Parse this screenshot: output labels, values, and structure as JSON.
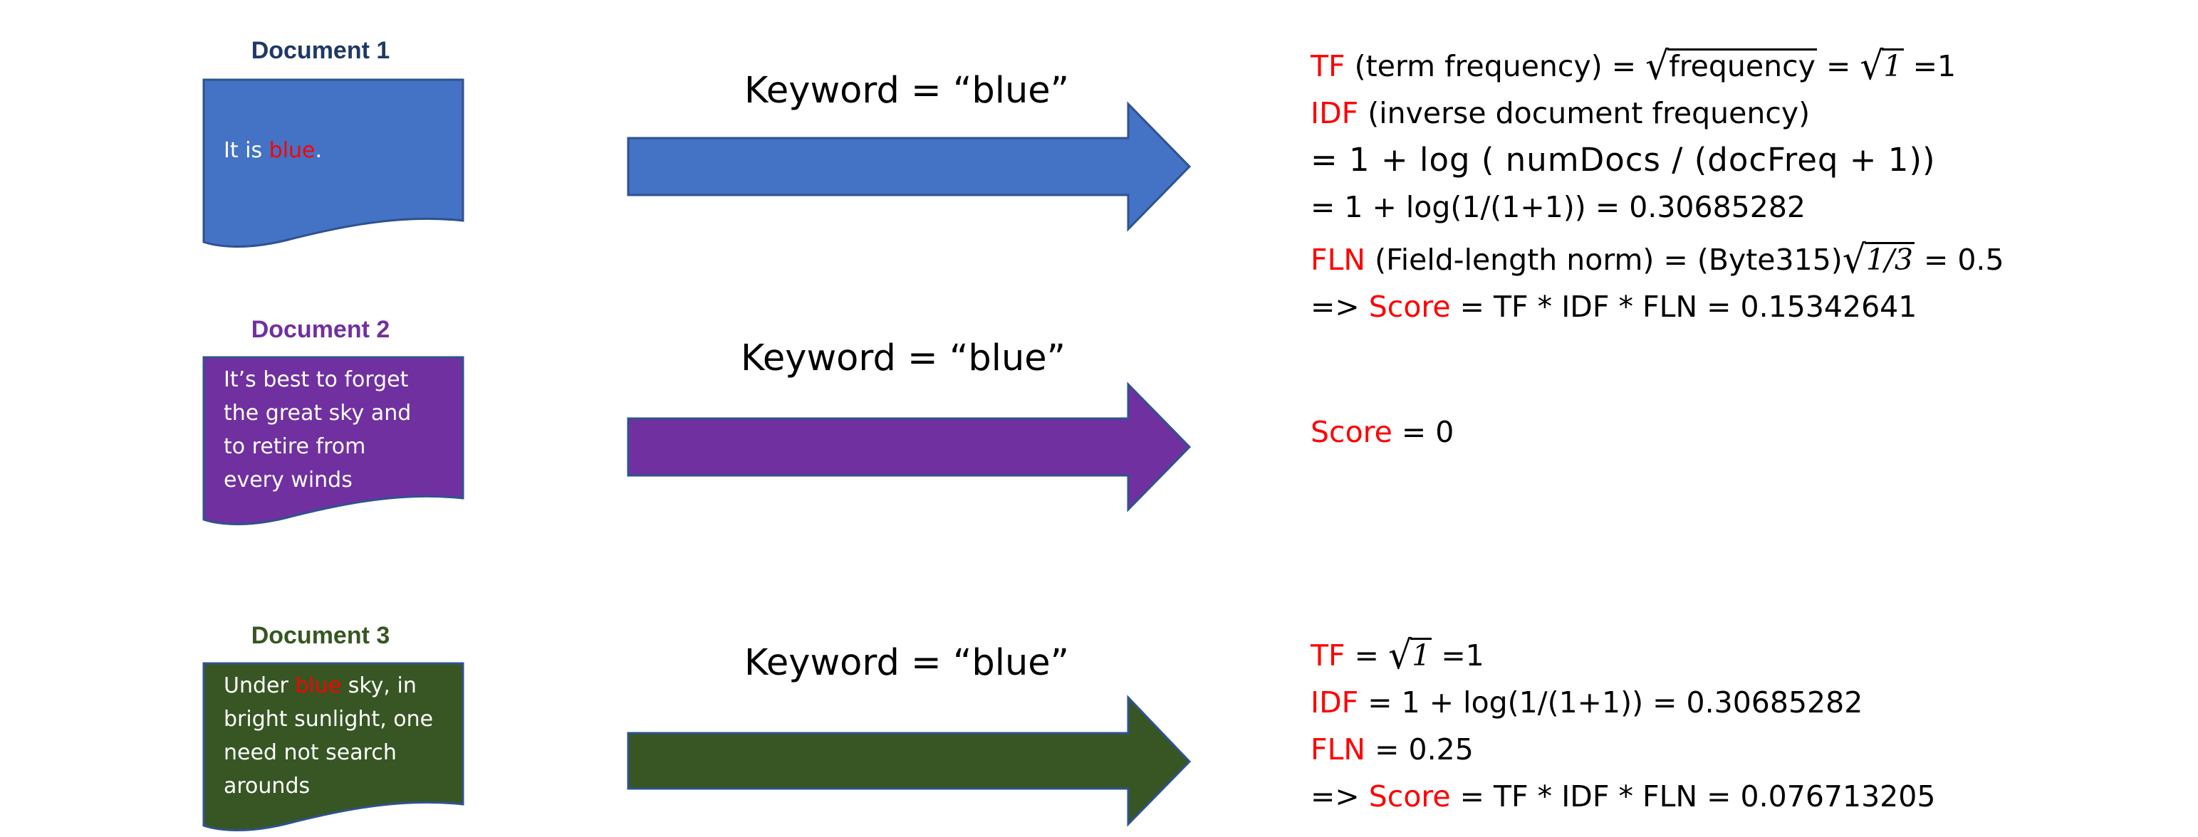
{
  "colors": {
    "doc1": "#4472c4",
    "doc2": "#7030a0",
    "doc3": "#375623",
    "doc1_title": "#1f3864",
    "doc2_title": "#7030a0",
    "doc3_title": "#375623",
    "highlight": "#ff0000"
  },
  "documents": [
    {
      "title": "Document 1",
      "text_parts": [
        "It is ",
        "blue",
        "."
      ],
      "keyword": "Keyword = “blue”"
    },
    {
      "title": "Document 2",
      "text_lines": [
        "It’s best to forget",
        "the great sky and",
        "to retire from",
        "every winds"
      ],
      "keyword": "Keyword = “blue”"
    },
    {
      "title": "Document 3",
      "text_line1": [
        "Under ",
        "blue",
        " sky, in"
      ],
      "text_lines": [
        "bright sunlight, one",
        "need not search",
        "arounds"
      ],
      "keyword": "Keyword = “blue”"
    }
  ],
  "result1": {
    "tf_label": "TF",
    "tf_desc": " (term frequency) = ",
    "tf_sqrt_arg": "frequency",
    "tf_eq": " = ",
    "tf_sqrt_val": "1",
    "tf_result": "  =1",
    "idf_label": "IDF",
    "idf_desc": " (inverse document frequency)",
    "idf_formula": "= 1  +  log  ( numDocs  /  (docFreq  +  1))",
    "idf_value": "= 1 + log(1/(1+1)) = 0.30685282",
    "fln_label": "FLN",
    "fln_desc": " (Field-length norm) = (Byte315)",
    "fln_sqrt_arg": "1/3",
    "fln_result": " = 0.5",
    "score_prefix": "=> ",
    "score_label": "Score",
    "score_formula": " = TF * IDF * FLN = 0.15342641"
  },
  "result2": {
    "score_label": "Score",
    "score_value": " = 0"
  },
  "result3": {
    "tf_label": "TF",
    "tf_eq": " = ",
    "tf_sqrt_val": "1",
    "tf_result": "  =1",
    "idf_label": "IDF",
    "idf_value": " = 1 + log(1/(1+1)) = 0.30685282",
    "fln_label": "FLN",
    "fln_value": " = 0.25",
    "score_prefix": "=> ",
    "score_label": "Score",
    "score_formula": " = TF * IDF * FLN = 0.076713205"
  }
}
